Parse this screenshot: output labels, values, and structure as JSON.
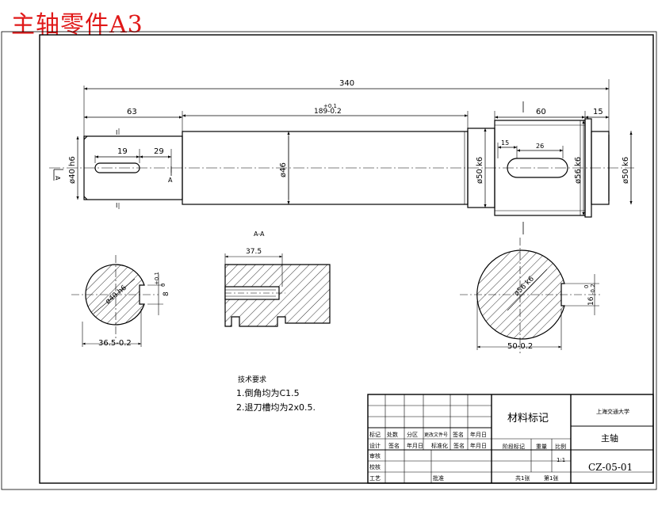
{
  "page_title": "主轴零件A3",
  "dimensions": {
    "overall_length": "340",
    "left_segment": "63",
    "key_pos_left": "19",
    "key_len_left": "29",
    "mid_tolerance": "+0.1",
    "mid_length": "189-0.2",
    "right_block": "60",
    "right_end": "15",
    "key_pos_right": "15",
    "key_len_right": "26",
    "dia_left": "ø40 h6",
    "dia_mid": "ø46",
    "dia_bearing_left": "ø50 k6",
    "dia_gear": "ø56 k6",
    "dia_bearing_right": "ø50 k6",
    "key_width_left": "8",
    "key_width_left_tol": "+0.1",
    "key_width_left_base": "0",
    "section_left_depth": "36.5-0.2",
    "section_left_dia": "ø40 h6",
    "section_right_dia": "ø56 k6",
    "section_right_depth": "50-0.2",
    "key_width_right": "16",
    "key_width_right_tol": "0",
    "key_width_right_base": "-0.2",
    "section_aa_length": "37.5"
  },
  "section_labels": {
    "cut_left_top": "I",
    "cut_left_bottom": "I",
    "arrow_a_left": "A",
    "arrow_a_right": "A",
    "section_aa": "A-A"
  },
  "notes": {
    "heading": "技术要求",
    "line1": "1.倒角均为C1.5",
    "line2": "2.退刀槽均为2x0.5."
  },
  "title_block": {
    "material_mark": "材料标记",
    "school": "上海交通大学",
    "part_name": "主轴",
    "drawing_no": "CZ-05-01",
    "ratio_value": "1:1",
    "row1": [
      "标记",
      "处数",
      "分区",
      "更改文件号",
      "签名",
      "年月日"
    ],
    "row2": [
      "设计",
      "签名",
      "年月日",
      "标准化",
      "签名",
      "年月日"
    ],
    "stage_mark": "阶段标记",
    "weight": "重量",
    "ratio": "比例",
    "row3": "审核",
    "row4": "校核",
    "row5": "工艺",
    "approve": "批准",
    "sheets_total": "共1张",
    "sheet_no": "第1张"
  },
  "colors": {
    "title_red": "#e01818",
    "line": "#000000"
  }
}
